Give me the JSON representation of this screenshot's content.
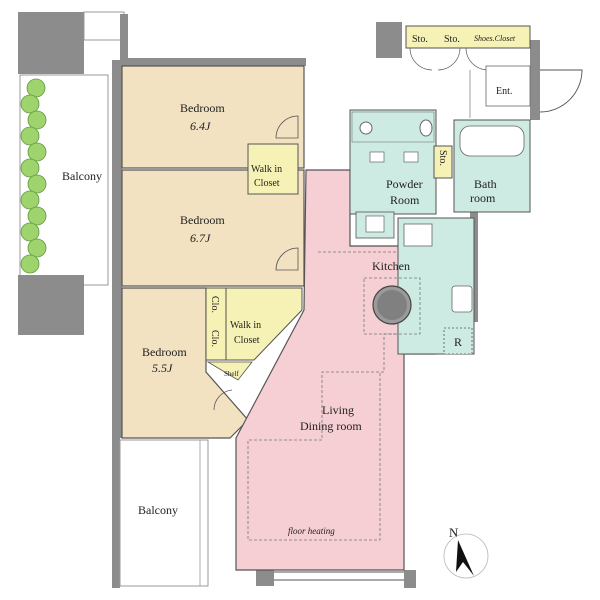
{
  "rooms": {
    "balcony_left": "Balcony",
    "bedroom1_name": "Bedroom",
    "bedroom1_size": "6.4J",
    "bedroom2_name": "Bedroom",
    "bedroom2_size": "6.7J",
    "bedroom3_name": "Bedroom",
    "bedroom3_size": "5.5J",
    "walkin1_line1": "Walk in",
    "walkin1_line2": "Closet",
    "walkin2_line1": "Walk in",
    "walkin2_line2": "Closet",
    "clo1": "Clo.",
    "clo2": "Clo.",
    "shelf": "Shelf",
    "powder_line1": "Powder",
    "powder_line2": "Room",
    "sto_vertical": "Sto.",
    "bath_line1": "Bath",
    "bath_line2": "room",
    "kitchen": "Kitchen",
    "refrigerator": "R",
    "living_line1": "Living",
    "living_line2": "Dining room",
    "floor_heating": "floor heating",
    "balcony_bottom": "Balcony",
    "sto_top1": "Sto.",
    "sto_top2": "Sto.",
    "shoes_closet": "Shoes.Closet",
    "entrance": "Ent."
  },
  "compass": {
    "label": "N"
  },
  "colors": {
    "bedroom": "#f2e2c2",
    "closet": "#f6f1b4",
    "living": "#f5cfd3",
    "wet": "#cdeae3",
    "wall": "#8c8c8c",
    "greenery": "#9fd36e"
  }
}
